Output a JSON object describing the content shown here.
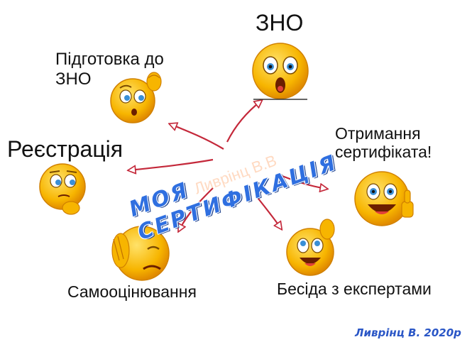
{
  "diagram": {
    "center_title": "МОЯ СЕРТИФІКАЦІЯ",
    "watermark": "Ливрінц В.В",
    "author": "Ливрінц В. 2020р",
    "nodes": {
      "zno": "ЗНО",
      "preparation": "Підготовка до ЗНО",
      "registration": "Реєстрація",
      "certificate": "Отримання сертифіката!",
      "self_assessment": "Самооцінювання",
      "expert_talk": "Бесіда з експертами"
    },
    "emojis": [
      "surprised-emoji-icon",
      "thinking-emoji-icon",
      "shy-emoji-icon",
      "facepalm-emoji-icon",
      "happy-emoji-icon",
      "thumbs-up-emoji-icon"
    ],
    "colors": {
      "arrow": "#c4283a",
      "title": "#2f6fe0",
      "author": "#2a56c6",
      "emoji": "#f7b500"
    }
  }
}
